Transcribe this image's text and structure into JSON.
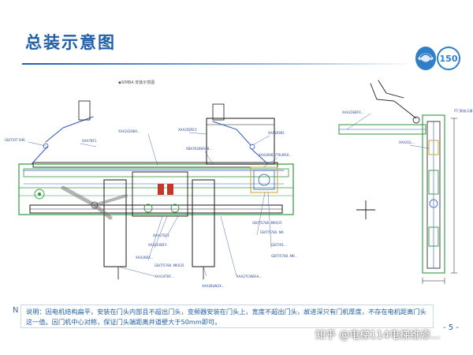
{
  "slide": {
    "title": "总装示意图",
    "page_number": "- 5 -",
    "note_marker": "N",
    "note": "说明：因电机结构扁平，安装在门头内部且不超出门头，变频器安装在门头上，宽度不超出门头，故进深只有门机厚度，不存在电机距离门头这一值。因门机中心对称，保证门头端距离井道壁大于50mm即可。",
    "watermark": "知乎 @电梯114电梯维修...",
    "logo_text": "150"
  },
  "drawing": {
    "caption": "◆SIMBA 安装示意图",
    "right_caption": "IT门机轨示意",
    "labels": {
      "l1": "GB/T/OT SIM...",
      "l2": "XAA7BF1",
      "l3": "XAA2420BX...",
      "l4": "XAA25ERC1",
      "l5": "XBA7636BAA8...",
      "l6": "XAA26981",
      "l7": "XAA26981/T9LM50...",
      "l8": "XAA25XBF1",
      "l9": "XAA26BX...",
      "l10": "XAA27EF1",
      "l11": "XAA24TBF...",
      "l12": "XAA27CWBAA...",
      "l13": "GB/T/5780..M6",
      "l14": "GB/T/91...",
      "l15": "GB/T/5780..M8...",
      "l16": "GB/T/5780..M6X25",
      "l17": "GB/T/5780..M6X25",
      "l18": "XAA2BLW2X...",
      "r1": "XAA228BFX...",
      "r2": "XAA2GL..."
    }
  }
}
